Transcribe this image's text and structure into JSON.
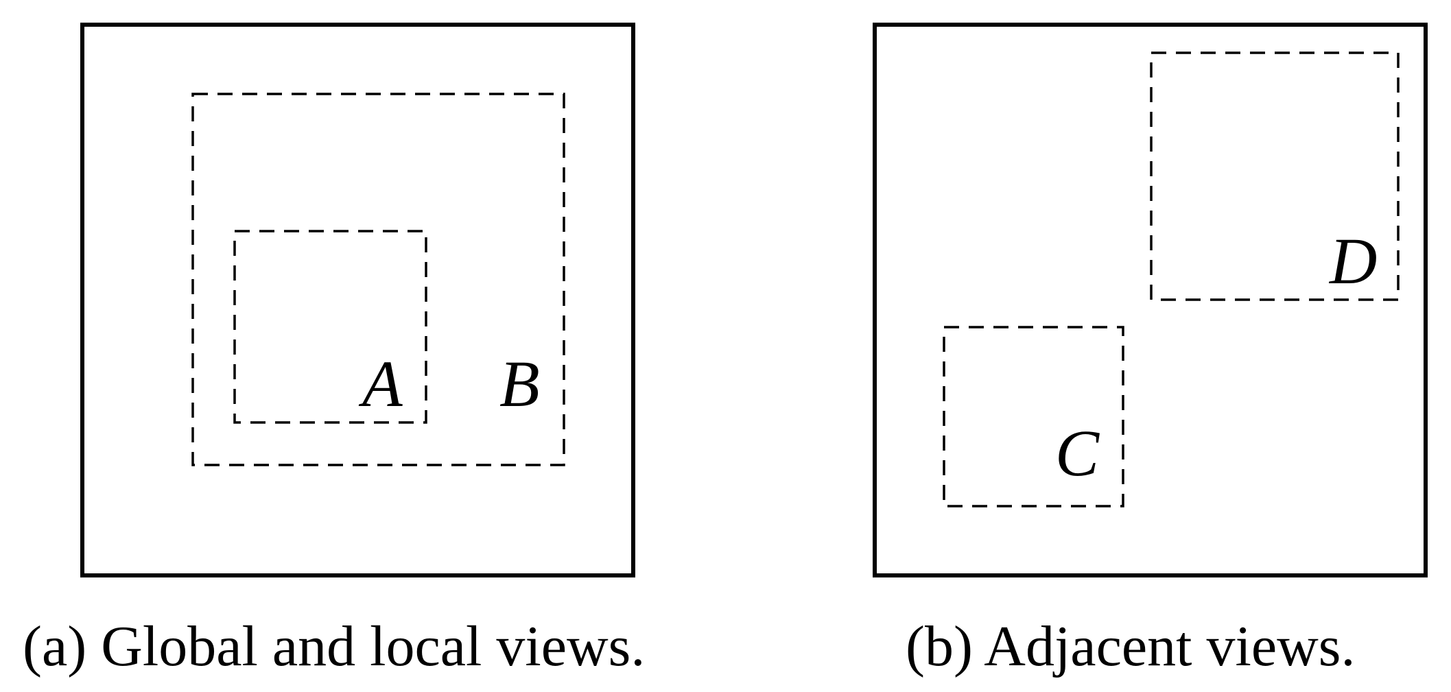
{
  "panels": [
    {
      "caption": "(a) Global and local views.",
      "views": [
        {
          "label": "A"
        },
        {
          "label": "B"
        }
      ]
    },
    {
      "caption": "(b) Adjacent views.",
      "views": [
        {
          "label": "C"
        },
        {
          "label": "D"
        }
      ]
    }
  ]
}
